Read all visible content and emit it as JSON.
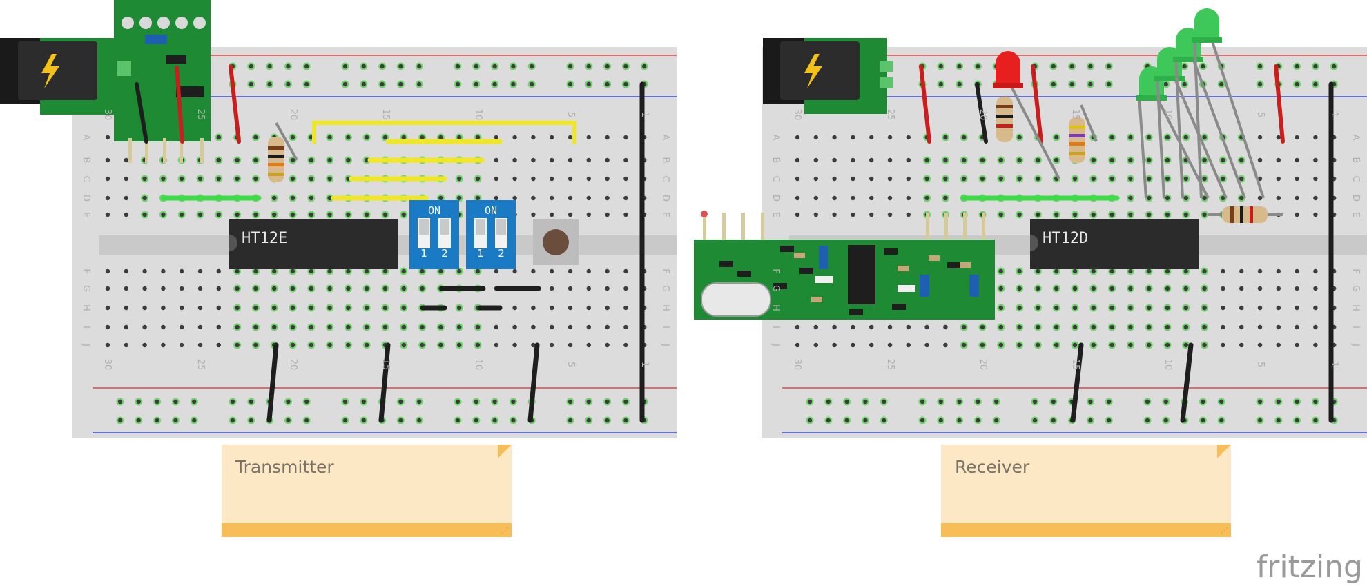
{
  "notes": {
    "transmitter": "Transmitter",
    "receiver": "Receiver"
  },
  "chips": {
    "encoder": "HT12E",
    "decoder": "HT12D"
  },
  "dip_switch": {
    "on_label": "ON",
    "pos1": "1",
    "pos2": "2"
  },
  "breadboard": {
    "row_letters_top": [
      "A",
      "B",
      "C",
      "D",
      "E"
    ],
    "row_letters_bottom": [
      "F",
      "G",
      "H",
      "I",
      "J"
    ],
    "column_numbers": [
      "30",
      "25",
      "20",
      "15",
      "10",
      "5",
      "1"
    ]
  },
  "brand": "fritzing",
  "colors": {
    "board": "#dcdcdc",
    "hole": "#3c3c3c",
    "active_hole": "#73d26e",
    "pcb_green": "#1f8a34",
    "chip": "#2b2b2b",
    "dip_blue": "#1a7bc4",
    "wire_red": "#c81e1e",
    "wire_black": "#1e1e1e",
    "wire_yellow": "#f0e628",
    "wire_green": "#3cdc46",
    "led_red": "#e81f1f",
    "led_green": "#3ec85a",
    "note_bg": "#fde8c6",
    "note_bar": "#f6bd58",
    "brand_text": "#9a9a9a"
  },
  "icons": [
    "lightning-icon"
  ]
}
